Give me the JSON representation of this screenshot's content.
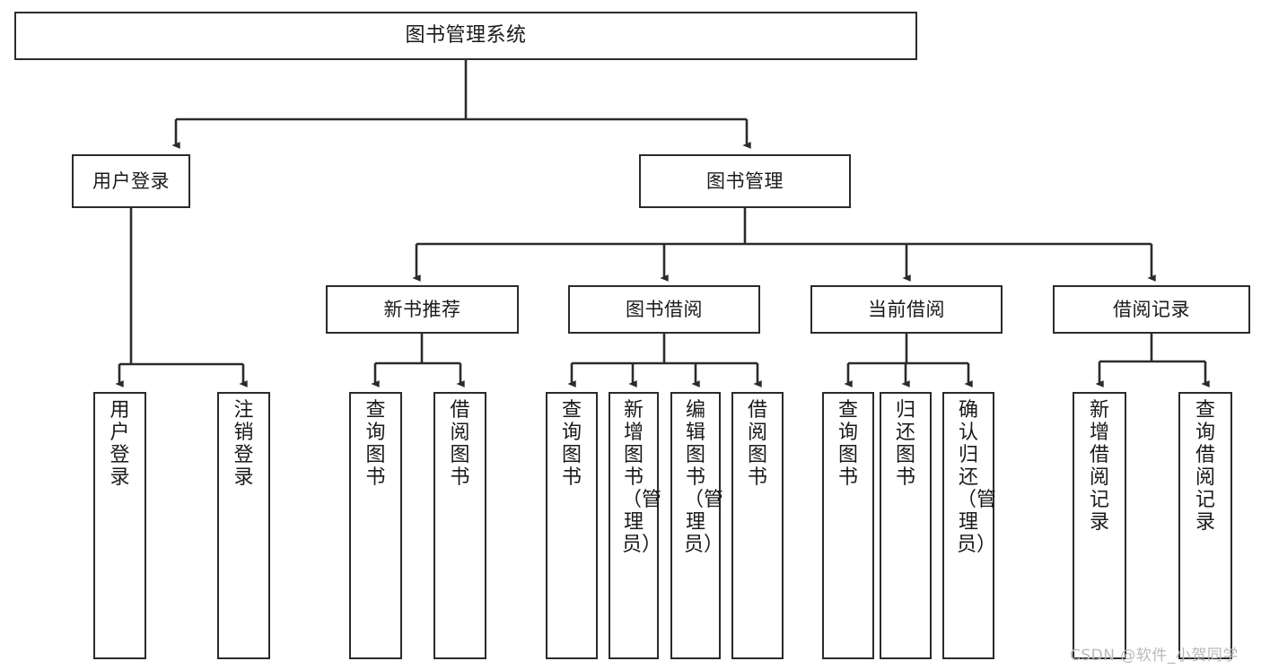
{
  "diagram": {
    "title": "图书管理系统",
    "type": "tree-hierarchy-diagram",
    "colors": {
      "stroke": "#2b2b2b",
      "fill": "#ffffff",
      "text": "#1a1a1a",
      "watermark": "#b9b9b9"
    },
    "nodes": {
      "root": {
        "label": "图书管理系统"
      },
      "level2": [
        {
          "label": "用户登录"
        },
        {
          "label": "图书管理"
        }
      ],
      "level3": [
        {
          "label": "新书推荐"
        },
        {
          "label": "图书借阅"
        },
        {
          "label": "当前借阅"
        },
        {
          "label": "借阅记录"
        }
      ],
      "leaves_user_login": [
        {
          "label": "用户登录"
        },
        {
          "label": "注销登录"
        }
      ],
      "leaves_new_books": [
        {
          "label": "查询图书"
        },
        {
          "label": "借阅图书"
        }
      ],
      "leaves_book_borrow": [
        {
          "label": "查询图书"
        },
        {
          "label": "新增图书（管理员）"
        },
        {
          "label": "编辑图书（管理员）"
        },
        {
          "label": "借阅图书"
        }
      ],
      "leaves_current_borrow": [
        {
          "label": "查询图书"
        },
        {
          "label": "归还图书"
        },
        {
          "label": "确认归还（管理员）"
        }
      ],
      "leaves_borrow_records": [
        {
          "label": "新增借阅记录"
        },
        {
          "label": "查询借阅记录"
        }
      ]
    },
    "watermark": "CSDN @软件_小贺同学"
  }
}
